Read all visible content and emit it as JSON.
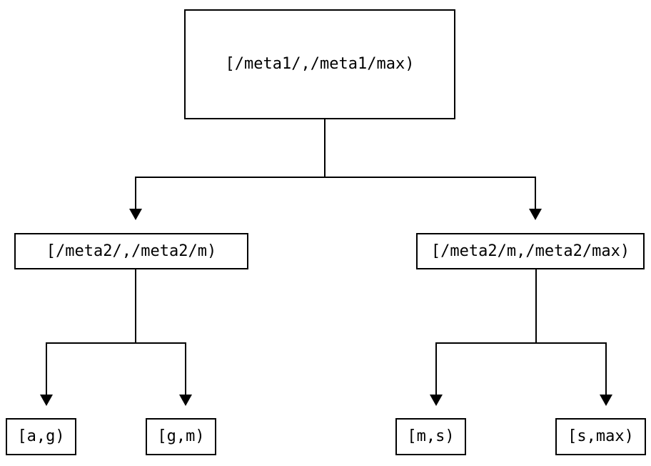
{
  "diagram": {
    "type": "binary-interval-tree",
    "colors": {
      "background": "#ffffff",
      "line": "#000000",
      "text": "#000000"
    },
    "nodes": {
      "root": {
        "label": "[/meta1/,/meta1/max)"
      },
      "left_mid": {
        "label": "[/meta2/,/meta2/m)"
      },
      "right_mid": {
        "label": "[/meta2/m,/meta2/max)"
      },
      "leaf_ag": {
        "label": "[a,g)"
      },
      "leaf_gm": {
        "label": "[g,m)"
      },
      "leaf_ms": {
        "label": "[m,s)"
      },
      "leaf_smax": {
        "label": "[s,max)"
      }
    },
    "edges": [
      {
        "from": "root",
        "to": "left_mid"
      },
      {
        "from": "root",
        "to": "right_mid"
      },
      {
        "from": "left_mid",
        "to": "leaf_ag"
      },
      {
        "from": "left_mid",
        "to": "leaf_gm"
      },
      {
        "from": "right_mid",
        "to": "leaf_ms"
      },
      {
        "from": "right_mid",
        "to": "leaf_smax"
      }
    ]
  }
}
